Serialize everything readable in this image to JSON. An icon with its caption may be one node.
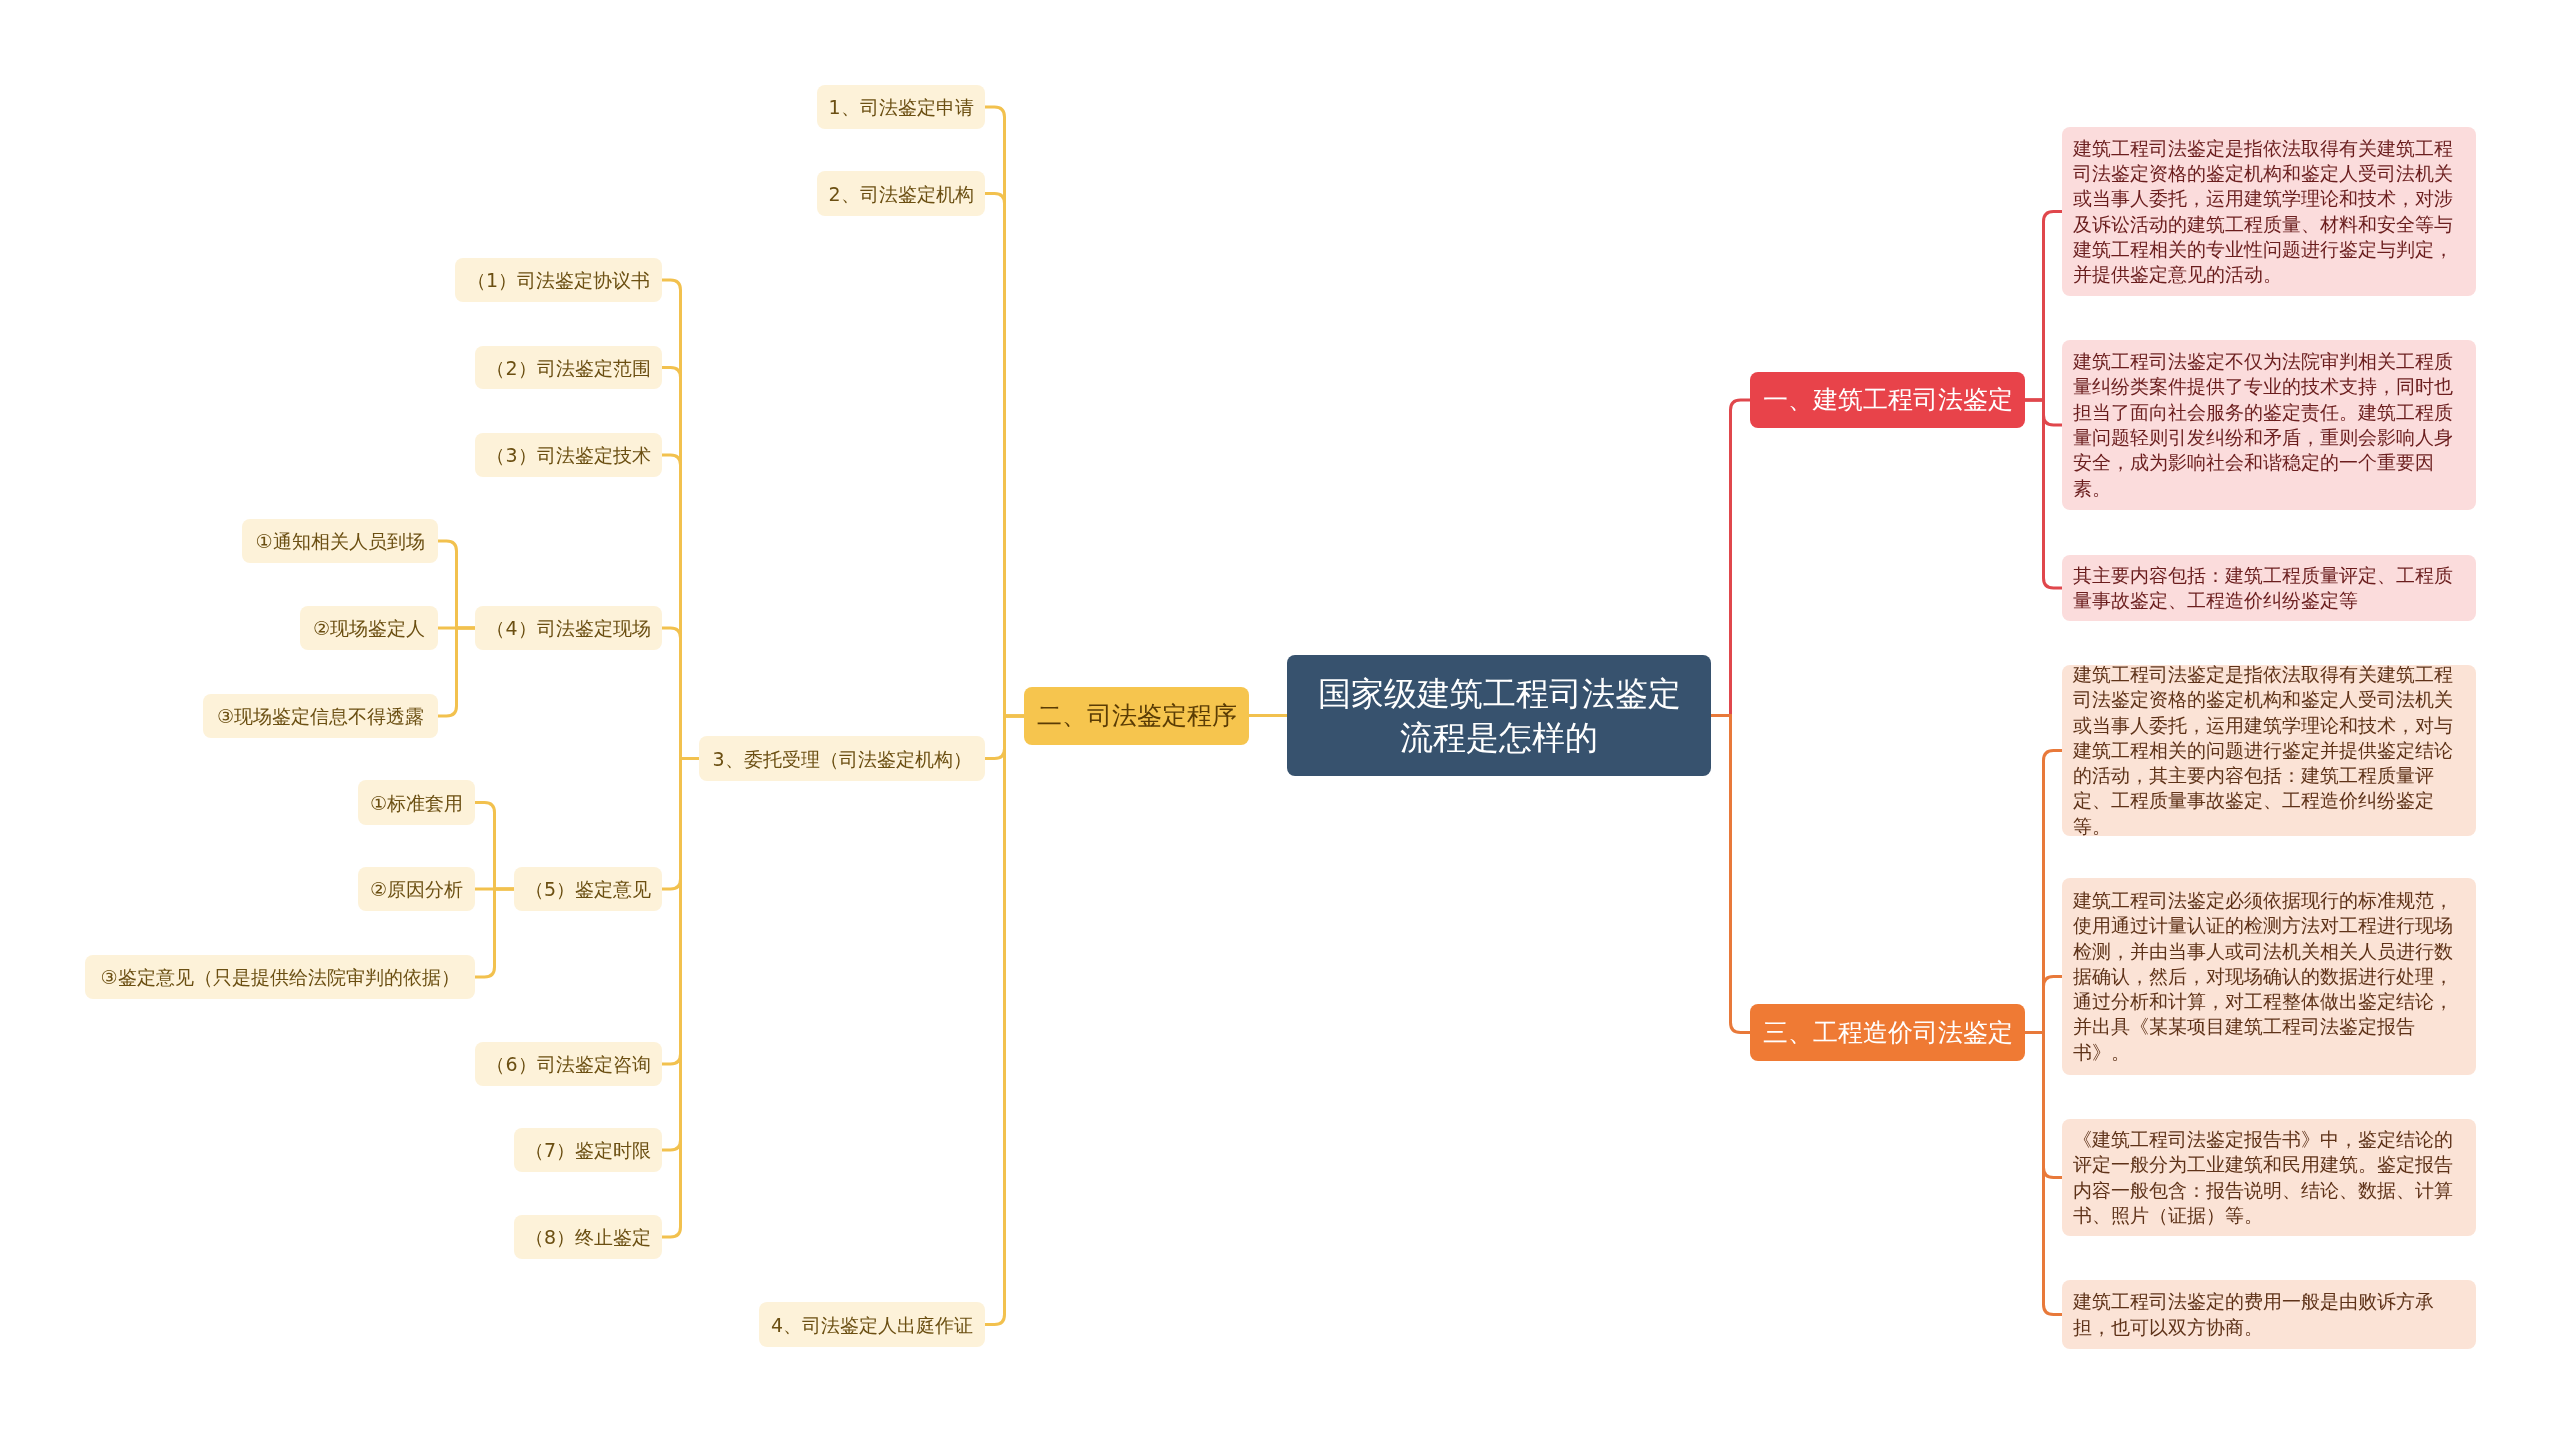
{
  "diagram": {
    "nodes": [
      {
        "text": [
          "国家级建筑工程司法鉴定流程是怎样的"
        ]
      },
      {
        "text": [
          "二、司法鉴定程序"
        ]
      },
      {
        "text": [
          "1、司法鉴定申请"
        ]
      },
      {
        "text": [
          "2、司法鉴定机构"
        ]
      },
      {
        "text": [
          "3、委托受理（司法鉴定机构）"
        ]
      },
      {
        "text": [
          "（1）司法鉴定协议书"
        ]
      },
      {
        "text": [
          "（2）司法鉴定范围"
        ]
      },
      {
        "text": [
          "（3）司法鉴定技术"
        ]
      },
      {
        "text": [
          "（4）司法鉴定现场"
        ]
      },
      {
        "text": [
          "①通知相关人员到场"
        ]
      },
      {
        "text": [
          "②现场鉴定人"
        ]
      },
      {
        "text": [
          "③现场鉴定信息不得透露"
        ]
      },
      {
        "text": [
          "（5）鉴定意见"
        ]
      },
      {
        "text": [
          "①标准套用"
        ]
      },
      {
        "text": [
          "②原因分析"
        ]
      },
      {
        "text": [
          "③鉴定意见（只是提供给法院审判的依据）"
        ]
      },
      {
        "text": [
          "（6）司法鉴定咨询"
        ]
      },
      {
        "text": [
          "（7）鉴定时限"
        ]
      },
      {
        "text": [
          "（8）终止鉴定"
        ]
      },
      {
        "text": [
          "4、司法鉴定人出庭作证"
        ]
      },
      {
        "text": [
          "一、建筑工程司法鉴定"
        ]
      },
      {
        "text": [
          "建筑工程司法鉴定是指依法取得有关建筑工程司法鉴定资格的鉴定机构和鉴定人受司法机关或当事人委托，运用建筑学理论和技术，对涉及诉讼活动的建筑工程质量、材料和安全等与建筑工程相关的专业性问题进行鉴定与判定，并提供鉴定意见的活动。"
        ]
      },
      {
        "text": [
          "建筑工程司法鉴定不仅为法院审判相关工程质量纠纷类案件提供了专业的技术支持，同时也担当了面向社会服务的鉴定责任。建筑工程质量问题轻则引发纠纷和矛盾，重则会影响人身安全，成为影响社会和谐稳定的一个重要因素。"
        ]
      },
      {
        "text": [
          "其主要内容包括：建筑工程质量评定、工程质量事故鉴定、工程造价纠纷鉴定等"
        ]
      },
      {
        "text": [
          "三、工程造价司法鉴定"
        ]
      },
      {
        "text": [
          "建筑工程司法鉴定是指依法取得有关建筑工程司法鉴定资格的鉴定机构和鉴定人受司法机关或当事人委托，运用建筑学理论和技术，对与建筑工程相关的问题进行鉴定并提供鉴定结论的活动，其主要内容包括：建筑工程质量评定、工程质量事故鉴定、工程造价纠纷鉴定等。"
        ]
      },
      {
        "text": [
          "建筑工程司法鉴定必须依据现行的标准规范，使用通过计量认证的检测方法对工程进行现场检测，并由当事人或司法机关相关人员进行数据确认，然后，对现场确认的数据进行处理，通过分析和计算，对工程整体做出鉴定结论，并出具《某某项目建筑工程司法鉴定报告书》。"
        ]
      },
      {
        "text": [
          "《建筑工程司法鉴定报告书》中，鉴定结论的评定一般分为工业建筑和民用建筑。鉴定报告内容一般包含：报告说明、结论、数据、计算书、照片（证据）等。"
        ]
      },
      {
        "text": [
          "建筑工程司法鉴定的费用一般是由败诉方承担，也可以双方协商。"
        ]
      }
    ],
    "edges": [
      {
        "from": 0,
        "to": 1,
        "arrow": "none"
      },
      {
        "from": 1,
        "to": 2,
        "arrow": "none"
      },
      {
        "from": 1,
        "to": 3,
        "arrow": "none"
      },
      {
        "from": 1,
        "to": 4,
        "arrow": "none"
      },
      {
        "from": 4,
        "to": 5,
        "arrow": "none"
      },
      {
        "from": 4,
        "to": 6,
        "arrow": "none"
      },
      {
        "from": 4,
        "to": 7,
        "arrow": "none"
      },
      {
        "from": 4,
        "to": 8,
        "arrow": "none"
      },
      {
        "from": 8,
        "to": 9,
        "arrow": "none"
      },
      {
        "from": 8,
        "to": 10,
        "arrow": "none"
      },
      {
        "from": 8,
        "to": 11,
        "arrow": "none"
      },
      {
        "from": 4,
        "to": 12,
        "arrow": "none"
      },
      {
        "from": 12,
        "to": 13,
        "arrow": "none"
      },
      {
        "from": 12,
        "to": 14,
        "arrow": "none"
      },
      {
        "from": 12,
        "to": 15,
        "arrow": "none"
      },
      {
        "from": 4,
        "to": 16,
        "arrow": "none"
      },
      {
        "from": 4,
        "to": 17,
        "arrow": "none"
      },
      {
        "from": 4,
        "to": 18,
        "arrow": "none"
      },
      {
        "from": 1,
        "to": 19,
        "arrow": "none"
      },
      {
        "from": 0,
        "to": 20,
        "arrow": "none",
        "color": "#e0474c"
      },
      {
        "from": 20,
        "to": 21,
        "arrow": "none",
        "color": "#e0474c"
      },
      {
        "from": 20,
        "to": 22,
        "arrow": "none",
        "color": "#e0474c"
      },
      {
        "from": 20,
        "to": 23,
        "arrow": "none",
        "color": "#e0474c"
      },
      {
        "from": 0,
        "to": 24,
        "arrow": "none",
        "color": "#e8793a"
      },
      {
        "from": 24,
        "to": 25,
        "arrow": "none",
        "color": "#e8793a"
      },
      {
        "from": 24,
        "to": 26,
        "arrow": "none",
        "color": "#e8793a"
      },
      {
        "from": 24,
        "to": 27,
        "arrow": "none",
        "color": "#e8793a"
      },
      {
        "from": 24,
        "to": 28,
        "arrow": "none",
        "color": "#e8793a"
      }
    ]
  }
}
